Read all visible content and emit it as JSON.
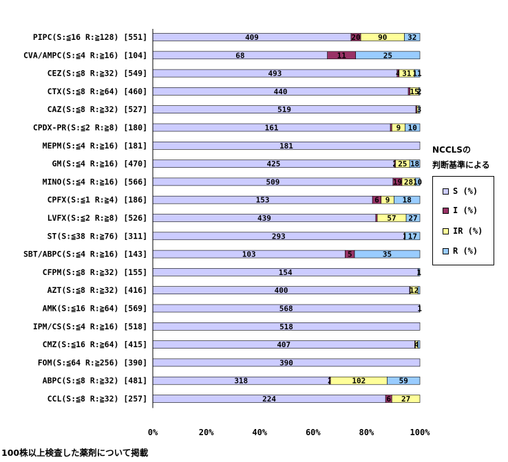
{
  "chart_data": {
    "type": "bar",
    "orientation": "horizontal",
    "stacked": "percent",
    "categories": [
      "PIPC(S:≦16 R:≧128) [551]",
      "CVA/AMPC(S:≦4 R:≧16) [104]",
      "CEZ(S:≦8 R:≧32) [549]",
      "CTX(S:≦8 R:≧64) [460]",
      "CAZ(S:≦8 R:≧32) [527]",
      "CPDX-PR(S:≦2 R:≧8) [180]",
      "MEPM(S:≦4 R:≧16) [181]",
      "GM(S:≦4 R:≧16) [470]",
      "MINO(S:≦4 R:≧16) [566]",
      "CPFX(S:≦1 R:≧4) [186]",
      "LVFX(S:≦2 R:≧8) [526]",
      "ST(S:≦38 R:≧76) [311]",
      "SBT/ABPC(S:≦4 R:≧16) [143]",
      "CFPM(S:≦8 R:≧32) [155]",
      "AZT(S:≦8 R:≧32) [416]",
      "AMK(S:≦16 R:≧64) [569]",
      "IPM/CS(S:≦4 R:≧16) [518]",
      "CMZ(S:≦16 R:≧64) [415]",
      "FOM(S:≦64 R:≧256) [390]",
      "ABPC(S:≦8 R:≧32) [481]",
      "CCL(S:≦8 R:≧32) [257]"
    ],
    "series": [
      {
        "name": "S (%)",
        "color": "#ccccff",
        "values": [
          409,
          68,
          493,
          440,
          519,
          161,
          181,
          425,
          509,
          153,
          439,
          293,
          103,
          154,
          400,
          568,
          518,
          407,
          390,
          318,
          224
        ]
      },
      {
        "name": "I (%)",
        "color": "#993366",
        "values": [
          20,
          11,
          4,
          3,
          2,
          1,
          0,
          2,
          19,
          6,
          3,
          0,
          5,
          0,
          1,
          0,
          0,
          1,
          0,
          2,
          6
        ]
      },
      {
        "name": "IR (%)",
        "color": "#ffff99",
        "values": [
          90,
          0,
          31,
          15,
          3,
          9,
          0,
          25,
          28,
          9,
          57,
          1,
          0,
          0,
          12,
          0,
          0,
          4,
          0,
          102,
          27
        ]
      },
      {
        "name": "R (%)",
        "color": "#99ccff",
        "values": [
          32,
          25,
          11,
          2,
          3,
          10,
          0,
          18,
          10,
          18,
          27,
          17,
          35,
          1,
          3,
          1,
          0,
          3,
          0,
          59,
          0
        ]
      }
    ],
    "bar_labels": [
      [
        "409",
        "20",
        "90",
        "32"
      ],
      [
        "68",
        "11",
        "",
        "25"
      ],
      [
        "493",
        "4",
        "31",
        "11"
      ],
      [
        "440",
        "",
        "15",
        "2"
      ],
      [
        "519",
        "",
        "",
        "3"
      ],
      [
        "161",
        "",
        "9",
        "10"
      ],
      [
        "181",
        "",
        "",
        ""
      ],
      [
        "425",
        "2",
        "25",
        "18"
      ],
      [
        "509",
        "19",
        "28",
        "10"
      ],
      [
        "153",
        "6",
        "9",
        "18"
      ],
      [
        "439",
        "",
        "57",
        "27"
      ],
      [
        "293",
        "",
        "1",
        "17"
      ],
      [
        "103",
        "5",
        "",
        "35"
      ],
      [
        "154",
        "",
        "",
        "1"
      ],
      [
        "400",
        "",
        "12",
        ""
      ],
      [
        "568",
        "",
        "",
        "1"
      ],
      [
        "518",
        "",
        "",
        ""
      ],
      [
        "407",
        "",
        "4",
        ""
      ],
      [
        "390",
        "",
        "",
        ""
      ],
      [
        "318",
        "2",
        "102",
        "59"
      ],
      [
        "224",
        "6",
        "27",
        ""
      ]
    ],
    "x_ticks": [
      "0%",
      "20%",
      "40%",
      "60%",
      "80%",
      "100%"
    ],
    "xlim": [
      0,
      100
    ],
    "legend_title": [
      "NCCLSの",
      "判断基準による"
    ],
    "legend_position": "right",
    "grid": false
  },
  "footnote": "100株以上検査した薬剤について掲載"
}
